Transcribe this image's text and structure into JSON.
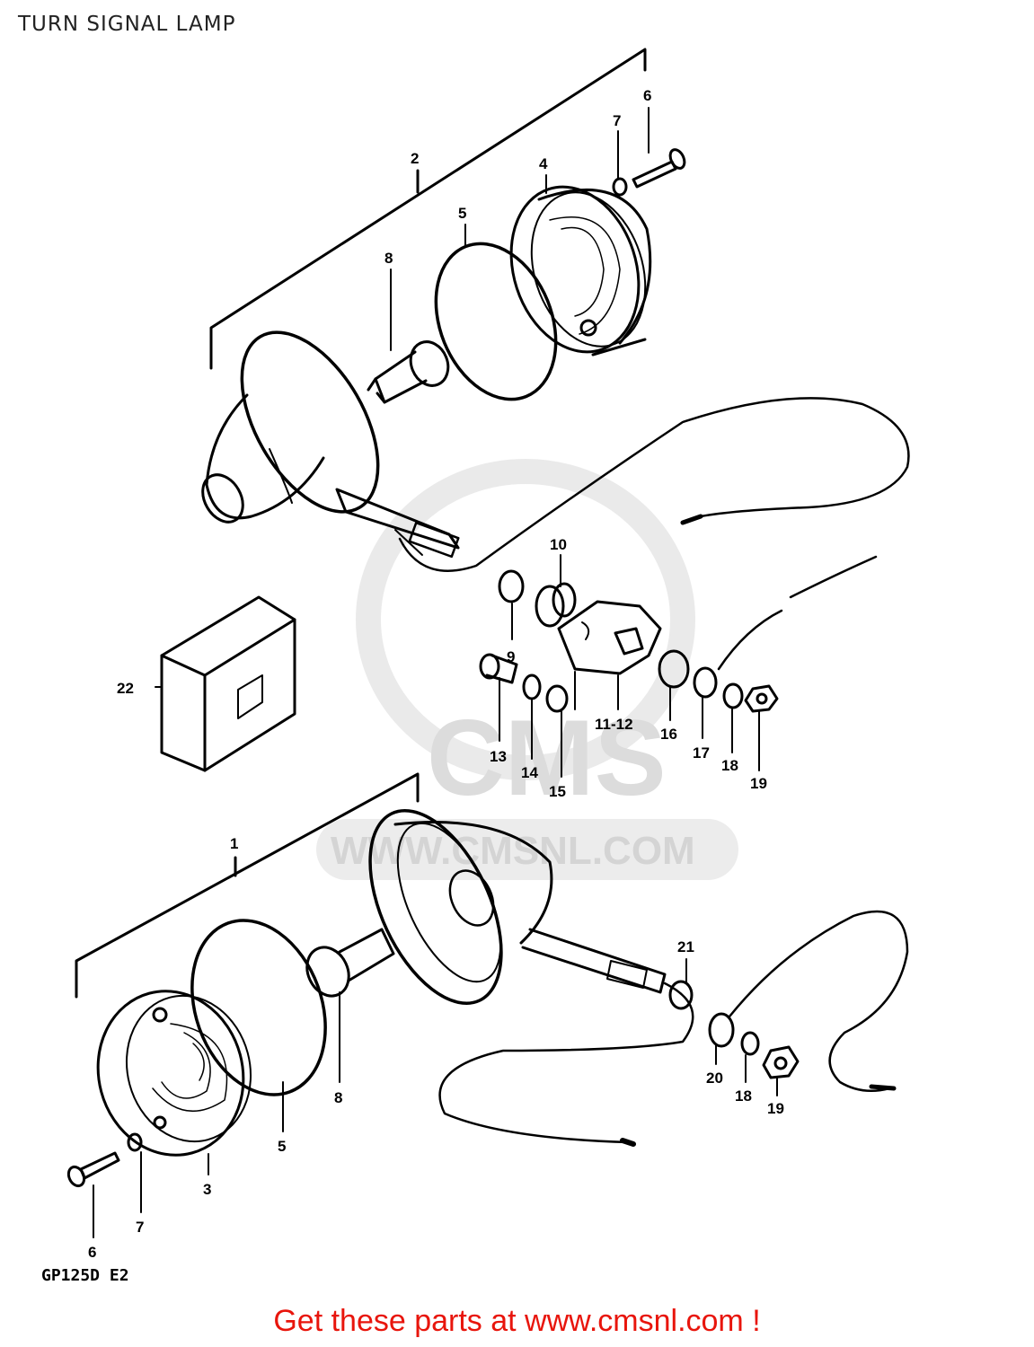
{
  "page": {
    "title": "TURN SIGNAL LAMP",
    "model_code": "GP125D E2",
    "footer": "Get these parts at www.cmsnl.com !"
  },
  "watermark": {
    "logo_text": "CMS",
    "url_text": "WWW.CMSNL.COM"
  },
  "callouts": {
    "c1": "1",
    "c2": "2",
    "c3": "3",
    "c4": "4",
    "c5a": "5",
    "c5b": "5",
    "c6a": "6",
    "c6b": "6",
    "c7a": "7",
    "c7b": "7",
    "c8a": "8",
    "c8b": "8",
    "c9": "9",
    "c10": "10",
    "c1112": "11-12",
    "c13": "13",
    "c14": "14",
    "c15": "15",
    "c16": "16",
    "c17": "17",
    "c18a": "18",
    "c18b": "18",
    "c19a": "19",
    "c19b": "19",
    "c20": "20",
    "c21": "21",
    "c22": "22"
  },
  "colors": {
    "line": "#000000",
    "watermark": "#dcdcdc",
    "footer": "#e8150c"
  }
}
